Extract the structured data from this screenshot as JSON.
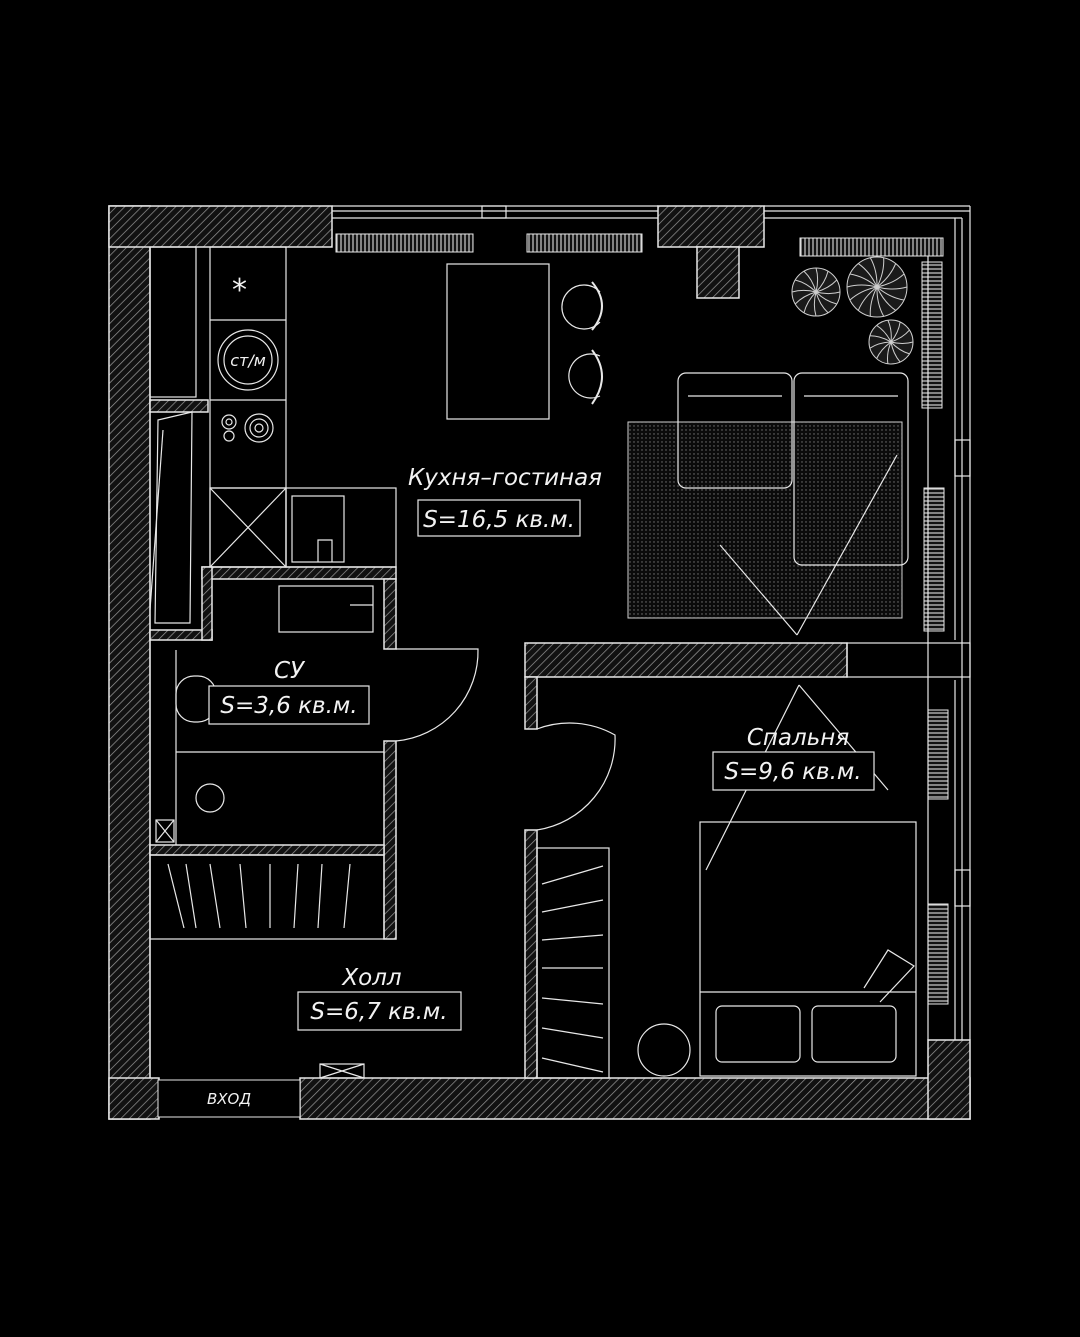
{
  "rooms": {
    "kitchen_living": {
      "name": "Кухня–гостиная",
      "area": "S=16,5 кв.м."
    },
    "bathroom": {
      "name": "СУ",
      "area": "S=3,6 кв.м."
    },
    "bedroom": {
      "name": "Спальня",
      "area": "S=9,6 кв.м."
    },
    "hall": {
      "name": "Холл",
      "area": "S=6,7 кв.м."
    }
  },
  "entrance": {
    "label": "ВХОД"
  },
  "appliances": {
    "washer_dryer": "ст/м",
    "fridge_mark": "*"
  },
  "colors": {
    "background": "#000000",
    "lines": "#e8e8e8"
  }
}
